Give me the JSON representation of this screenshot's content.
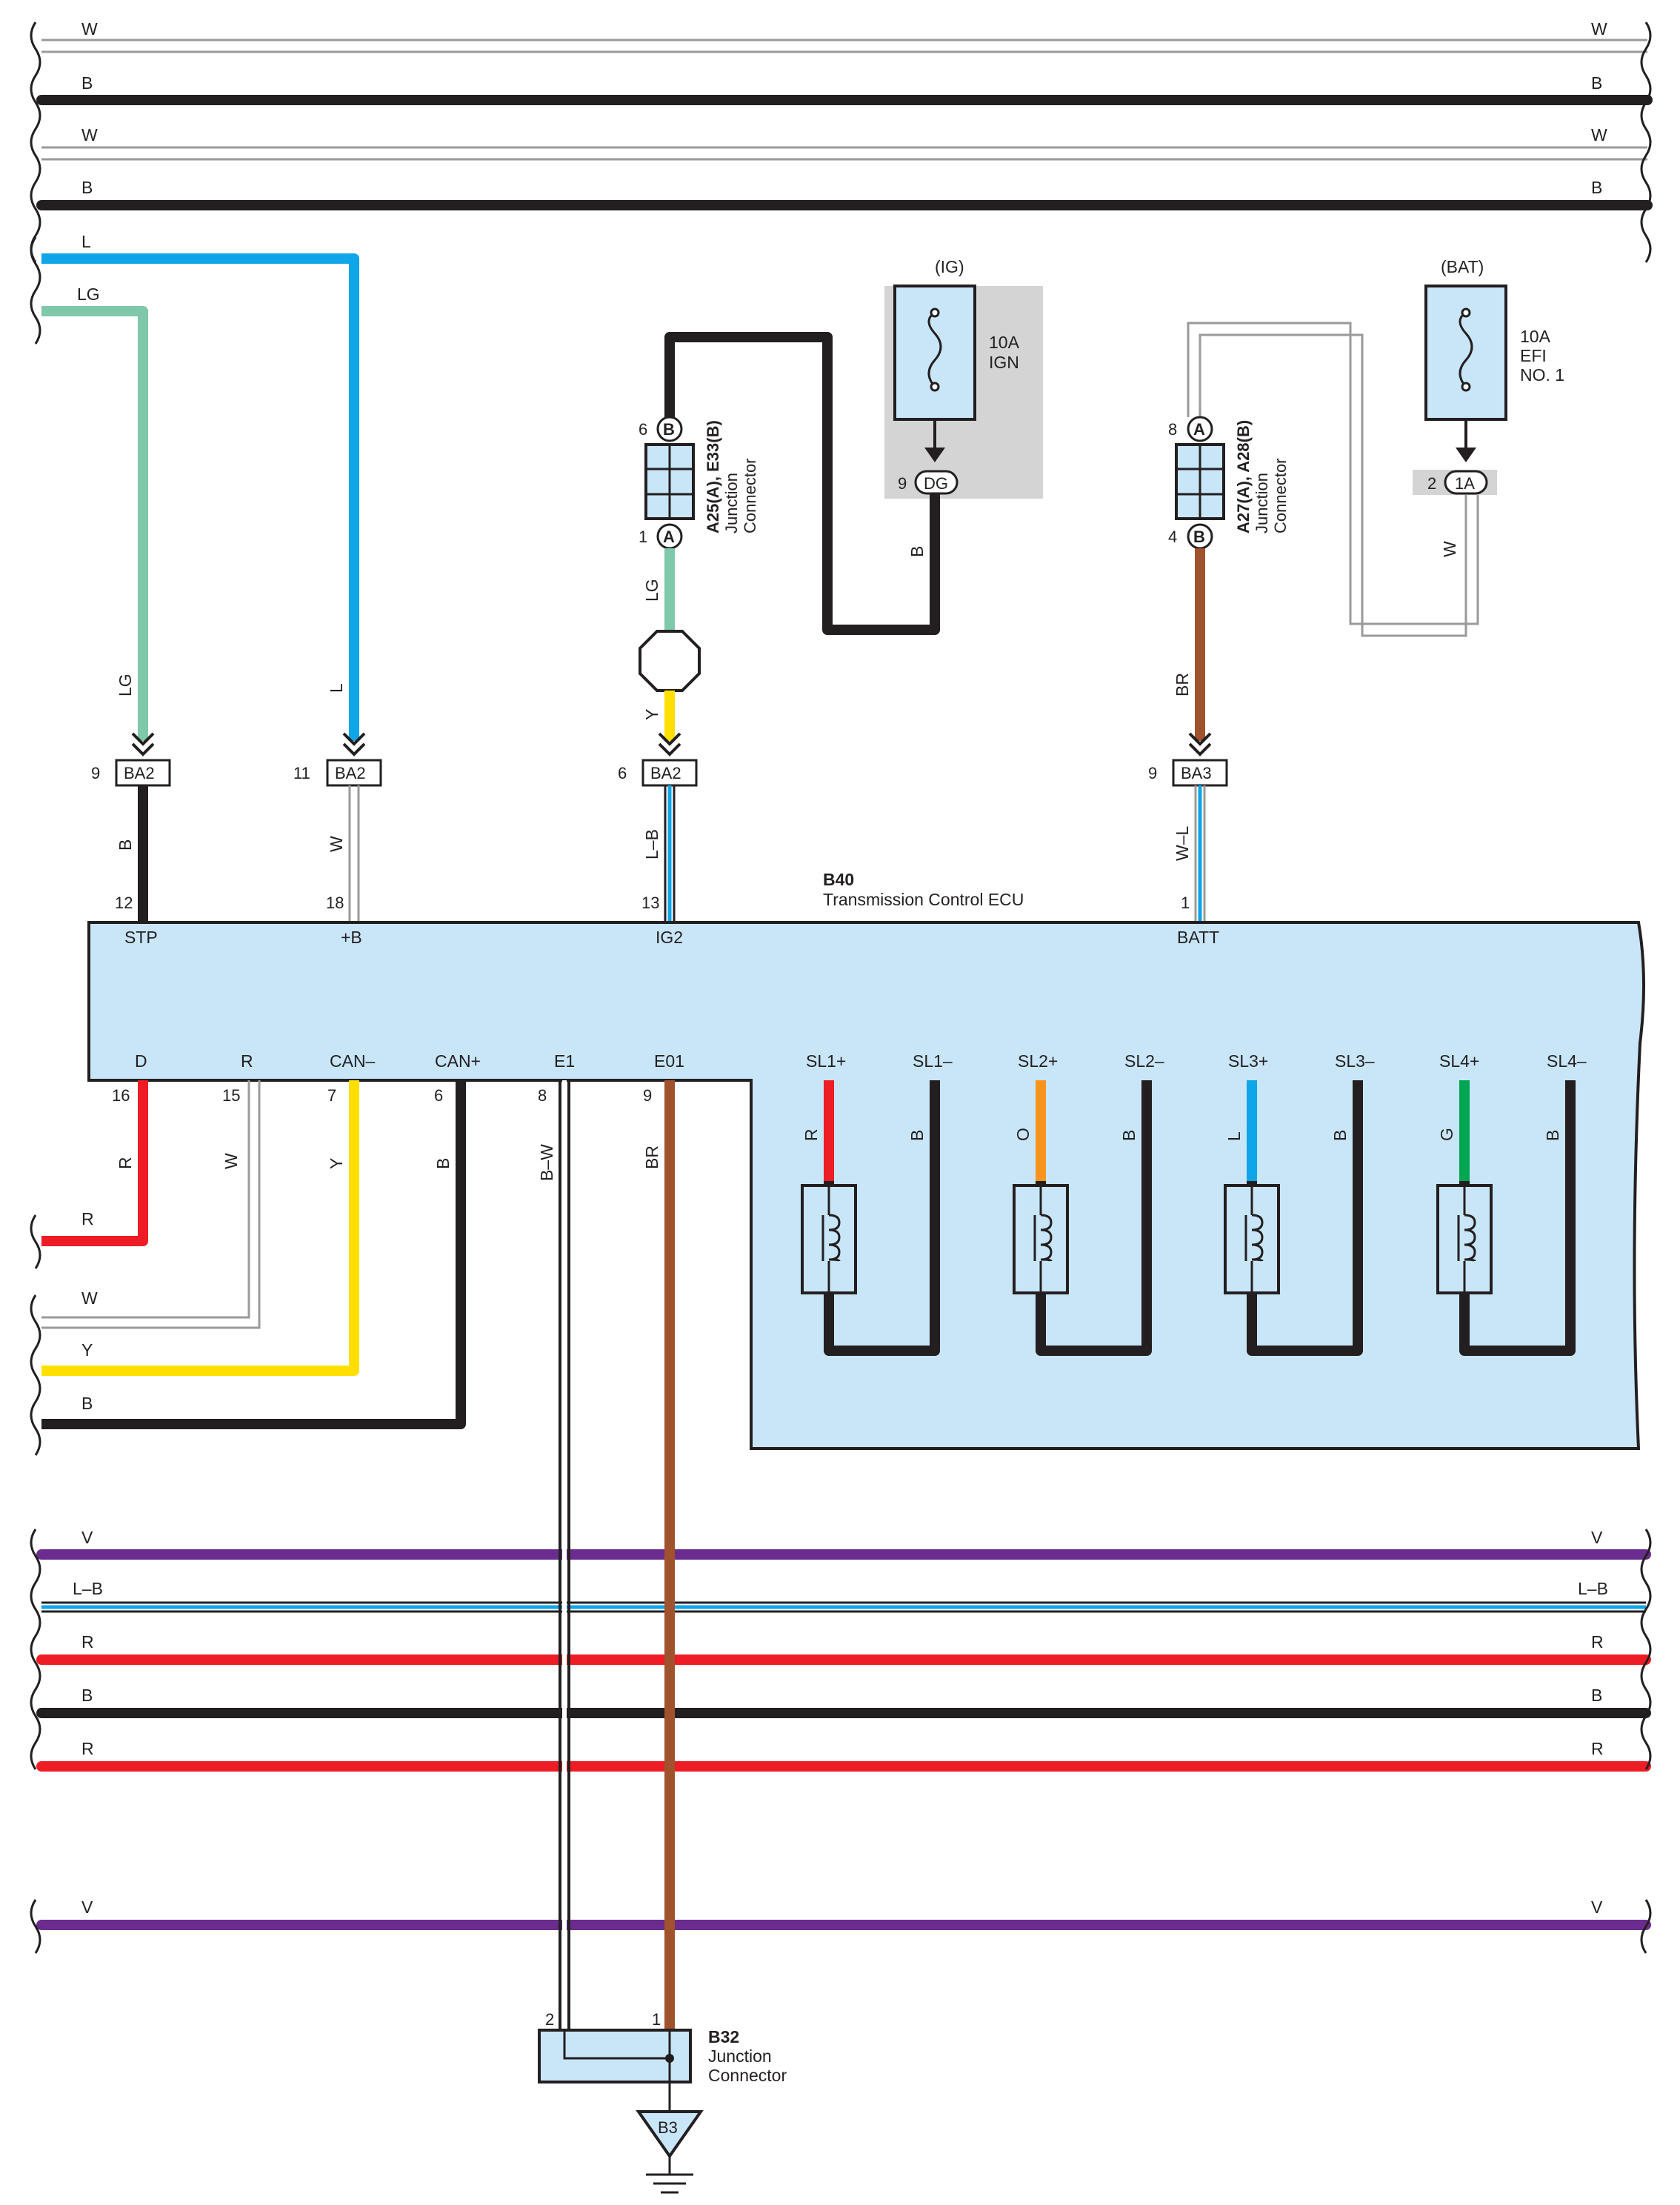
{
  "colors": {
    "ecu_fill": "#c8e6f8",
    "black": "#231f20",
    "white_wire": "#bdbdbd",
    "blue": "#0ea5e9",
    "light_green": "#7fc8a9",
    "yellow": "#ffdf00",
    "brown": "#a0522d",
    "red": "#ee1c25",
    "orange": "#f7941d",
    "green": "#00a651",
    "violet": "#6a2c8e",
    "fuse_box_gray": "#d4d4d4"
  },
  "top_wires": [
    {
      "left": "W",
      "right": "W"
    },
    {
      "left": "B",
      "right": "B"
    },
    {
      "left": "W",
      "right": "W"
    },
    {
      "left": "B",
      "right": "B"
    }
  ],
  "left_inputs": {
    "l": "L",
    "lg": "LG"
  },
  "ig_fuse": {
    "header": "(IG)",
    "rating": "10A",
    "name": "IGN",
    "pin": "9",
    "connector": "DG",
    "wire": "B"
  },
  "bat_fuse": {
    "header": "(BAT)",
    "rating": "10A",
    "line2": "EFI",
    "line3": "NO. 1",
    "pin": "2",
    "connector": "1A",
    "wire": "W"
  },
  "jc_a25": {
    "pin_top": "6",
    "top_letter": "B",
    "pin_bottom": "1",
    "bottom_letter": "A",
    "name": "A25(A), E33(B)",
    "line2": "Junction",
    "line3": "Connector",
    "wire_below": "LG",
    "wire_after_diode": "Y"
  },
  "jc_a27": {
    "pin_top": "8",
    "top_letter": "A",
    "pin_bottom": "4",
    "bottom_letter": "B",
    "name": "A27(A), A28(B)",
    "line2": "Junction",
    "line3": "Connector",
    "wire_below": "BR"
  },
  "inline_connectors": [
    {
      "pin": "9",
      "name": "BA2",
      "wire_above": "LG",
      "wire_below": "B",
      "ecu_pin": "12",
      "terminal": "STP"
    },
    {
      "pin": "11",
      "name": "BA2",
      "wire_above": "L",
      "wire_below": "W",
      "ecu_pin": "18",
      "terminal": "+B"
    },
    {
      "pin": "6",
      "name": "BA2",
      "wire_above": "Y",
      "wire_below": "L–B",
      "ecu_pin": "13",
      "terminal": "IG2"
    },
    {
      "pin": "9",
      "name": "BA3",
      "wire_above": "BR",
      "wire_below": "W–L",
      "ecu_pin": "1",
      "terminal": "BATT"
    }
  ],
  "ecu": {
    "id": "B40",
    "name": "Transmission Control ECU"
  },
  "bottom_terminals": [
    {
      "label": "D",
      "pin": "16",
      "wire": "R"
    },
    {
      "label": "R",
      "pin": "15",
      "wire": "W"
    },
    {
      "label": "CAN–",
      "pin": "7",
      "wire": "Y"
    },
    {
      "label": "CAN+",
      "pin": "6",
      "wire": "B"
    },
    {
      "label": "E1",
      "pin": "8",
      "wire": "B–W"
    },
    {
      "label": "E01",
      "pin": "9",
      "wire": "BR"
    }
  ],
  "left_outputs": [
    "R",
    "W",
    "Y",
    "B"
  ],
  "solenoids": [
    {
      "plus": "SL1+",
      "minus": "SL1–",
      "wire_plus": "R",
      "wire_minus": "B"
    },
    {
      "plus": "SL2+",
      "minus": "SL2–",
      "wire_plus": "O",
      "wire_minus": "B"
    },
    {
      "plus": "SL3+",
      "minus": "SL3–",
      "wire_plus": "L",
      "wire_minus": "B"
    },
    {
      "plus": "SL4+",
      "minus": "SL4–",
      "wire_plus": "G",
      "wire_minus": "B"
    }
  ],
  "bottom_wires": [
    {
      "left": "V",
      "right": "V"
    },
    {
      "left": "L–B",
      "right": "L–B"
    },
    {
      "left": "R",
      "right": "R"
    },
    {
      "left": "B",
      "right": "B"
    },
    {
      "left": "R",
      "right": "R"
    },
    {
      "left": "V",
      "right": "V"
    }
  ],
  "b32": {
    "id": "B32",
    "line2": "Junction",
    "line3": "Connector",
    "pin_left": "2",
    "pin_right": "1",
    "ground": "B3"
  }
}
